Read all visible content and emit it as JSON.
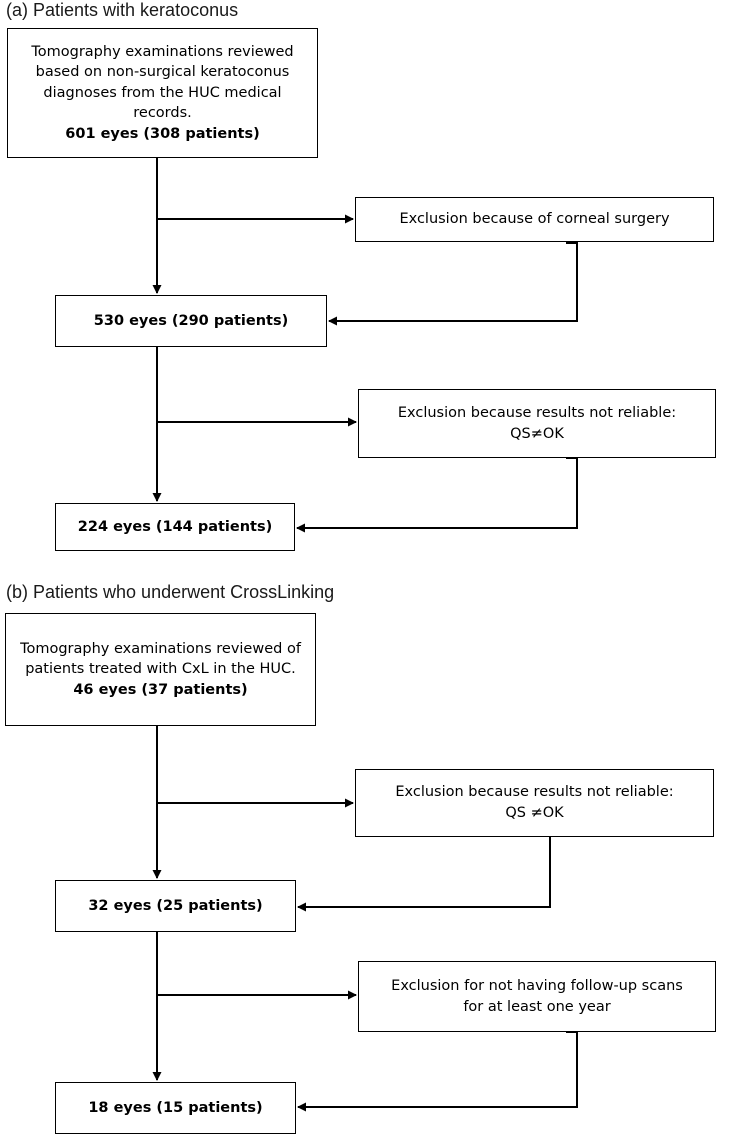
{
  "section_a": {
    "title": "(a) Patients with keratoconus",
    "start_box": {
      "lines": [
        "Tomography examinations reviewed",
        "based on non-surgical keratoconus",
        "diagnoses from the HUC medical",
        "records."
      ],
      "count": "601 eyes (308 patients)"
    },
    "exclusion_1": {
      "lines": [
        "Exclusion because of corneal surgery"
      ]
    },
    "result_1": {
      "count": "530 eyes (290 patients)"
    },
    "exclusion_2": {
      "lines": [
        "Exclusion because results not reliable:",
        "QS≠OK"
      ]
    },
    "result_2": {
      "count": "224 eyes (144 patients)"
    }
  },
  "section_b": {
    "title": "(b) Patients who underwent CrossLinking",
    "start_box": {
      "lines": [
        "Tomography examinations reviewed of",
        "patients treated with CxL in the HUC."
      ],
      "count": "46 eyes (37 patients)"
    },
    "exclusion_1": {
      "lines": [
        "Exclusion because results not reliable:",
        "QS ≠OK"
      ]
    },
    "result_1": {
      "count": "32 eyes (25 patients)"
    },
    "exclusion_2": {
      "lines": [
        "Exclusion for not having follow-up scans",
        "for at least one year"
      ]
    },
    "result_2": {
      "count": "18 eyes (15 patients)"
    }
  }
}
